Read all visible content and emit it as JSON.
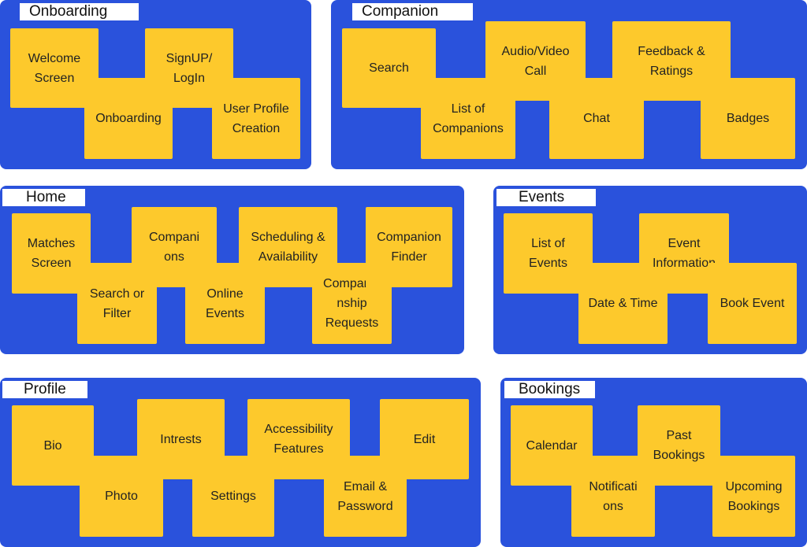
{
  "colors": {
    "panel": "#2a52dc",
    "sticky_note": "#fdc92c",
    "title_bg": "#ffffff"
  },
  "onboarding": {
    "title": "Onboarding",
    "notes": [
      "Welcome\nScreen",
      "SignUP/\nLogIn",
      "Onboarding",
      "User Profile\nCreation"
    ]
  },
  "companion": {
    "title": "Companion",
    "notes": [
      "Search",
      "Audio/Video\nCall",
      "Feedback &\nRatings",
      "List of\nCompanions",
      "Chat",
      "Badges"
    ]
  },
  "home": {
    "title": "Home",
    "notes": [
      "Matches\nScreen",
      "Compani\nons",
      "Scheduling &\nAvailability",
      "Companion\nFinder",
      "Search or\nFilter",
      "Online\nEvents",
      "Companio\nnship\nRequests"
    ]
  },
  "events": {
    "title": "Events",
    "notes": [
      "List of\nEvents",
      "Event\nInformation",
      "Date & Time",
      "Book Event"
    ]
  },
  "profile": {
    "title": "Profile",
    "notes": [
      "Bio",
      "Intrests",
      "Accessibility\nFeatures",
      "Edit",
      "Photo",
      "Settings",
      "Email &\nPassword"
    ]
  },
  "bookings": {
    "title": "Bookings",
    "notes": [
      "Calendar",
      "Past\nBookings",
      "Notificati\nons",
      "Upcoming\nBookings"
    ]
  }
}
